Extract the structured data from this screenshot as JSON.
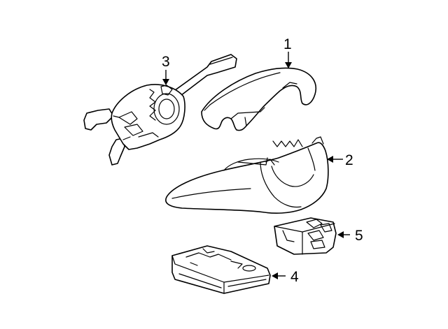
{
  "callouts": {
    "c1": "1",
    "c2": "2",
    "c3": "3",
    "c4": "4",
    "c5": "5"
  },
  "colors": {
    "line": "#000000",
    "fill": "#ffffff",
    "background": "#ffffff"
  }
}
